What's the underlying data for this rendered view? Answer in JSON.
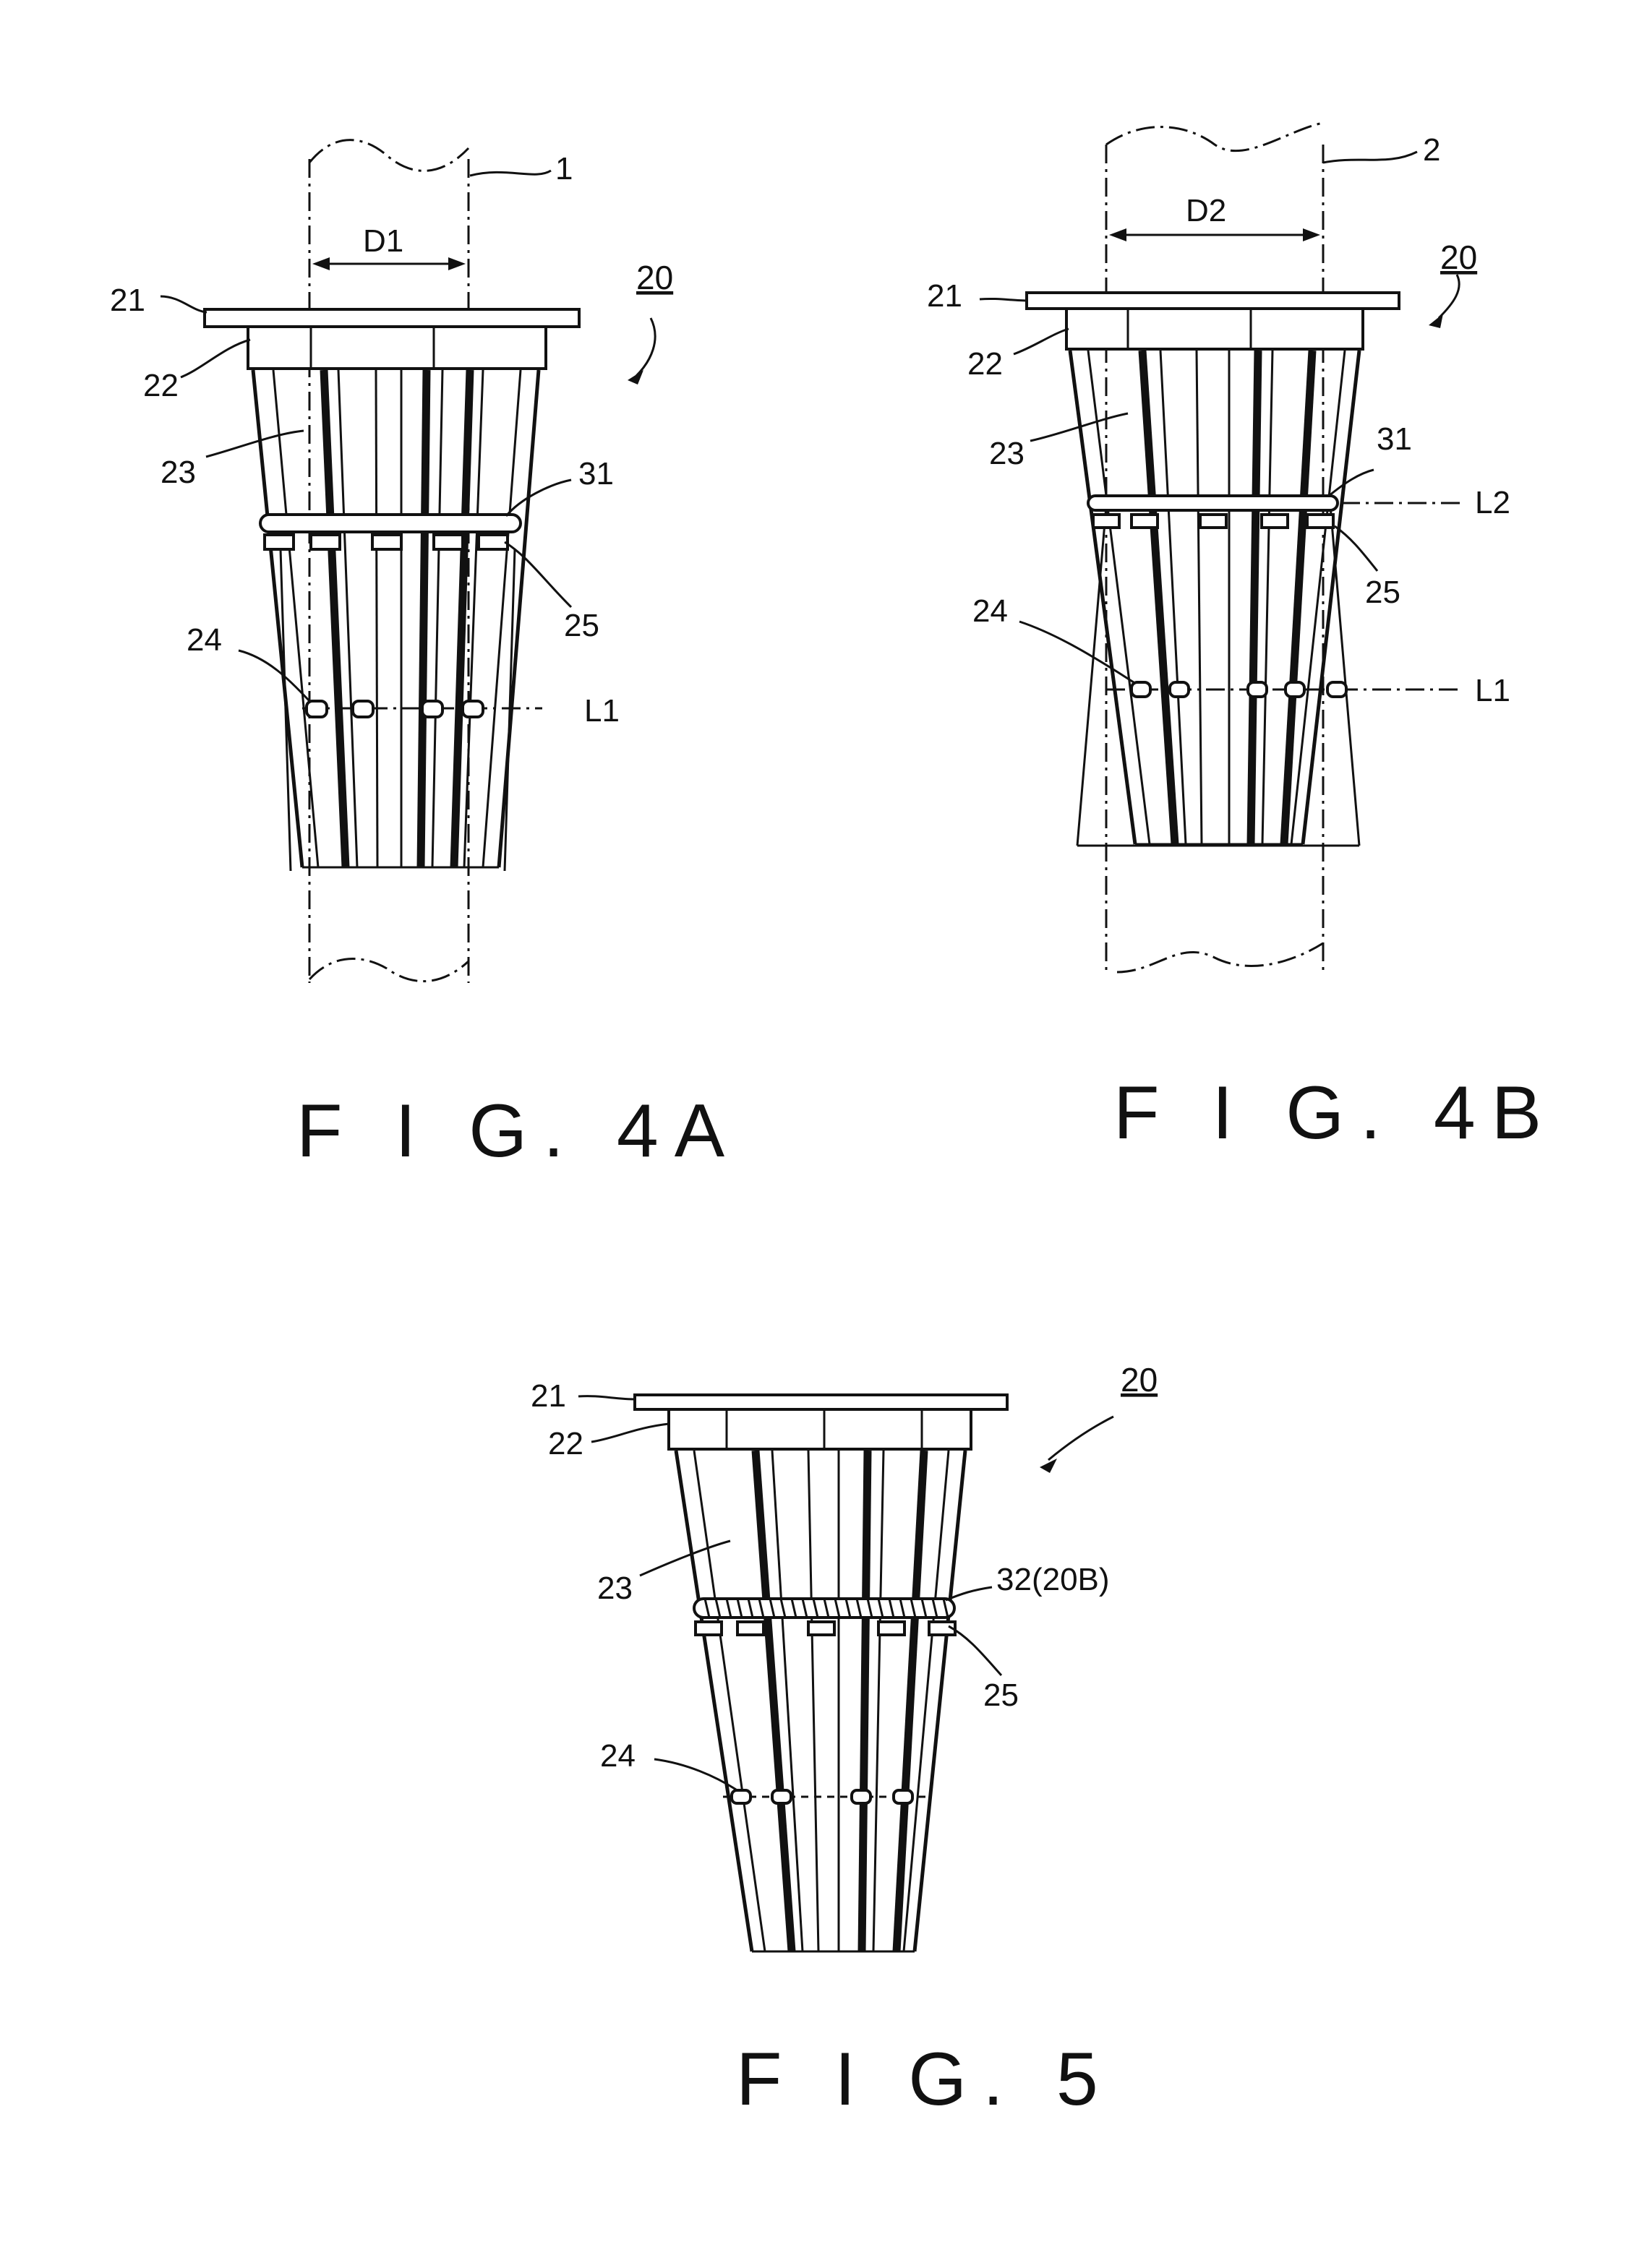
{
  "figures": {
    "fig4a": {
      "caption": "F I G. 4A",
      "labels": {
        "pipe": "1",
        "diameter": "D1",
        "assembly": "20",
        "flange": "21",
        "collar": "22",
        "strip": "23",
        "hole": "24",
        "tab": "25",
        "band": "31",
        "line_l1": "L1"
      }
    },
    "fig4b": {
      "caption": "F I G. 4B",
      "labels": {
        "pipe": "2",
        "diameter": "D2",
        "assembly": "20",
        "flange": "21",
        "collar": "22",
        "strip": "23",
        "hole": "24",
        "tab": "25",
        "band": "31",
        "line_l1": "L1",
        "line_l2": "L2"
      }
    },
    "fig5": {
      "caption": "F I G. 5",
      "labels": {
        "assembly": "20",
        "flange": "21",
        "collar": "22",
        "strip": "23",
        "hole": "24",
        "tab": "25",
        "band": "32(20B)"
      }
    }
  }
}
